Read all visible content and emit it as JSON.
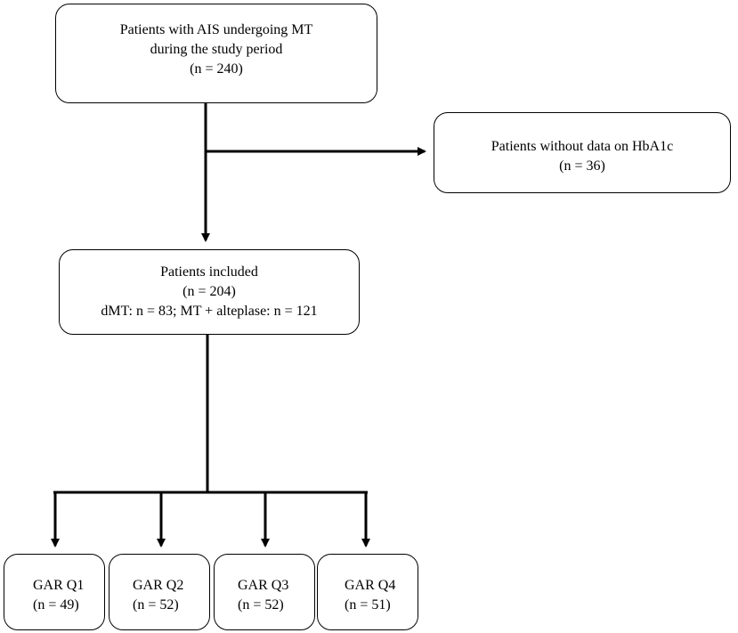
{
  "flowchart": {
    "total": {
      "line1": "Patients with AIS undergoing MT",
      "line2": "during the study period",
      "count": "(n = 240)"
    },
    "excluded": {
      "line1": "Patients without data on HbA1c",
      "count": "(n = 36)"
    },
    "included": {
      "line1": "Patients included",
      "count": "(n = 204)",
      "breakdown": "dMT: n = 83; MT + alteplase: n = 121"
    },
    "groups": [
      {
        "label": "GAR Q1",
        "count": "(n = 49)"
      },
      {
        "label": "GAR Q2",
        "count": "(n = 52)"
      },
      {
        "label": "GAR Q3",
        "count": "(n = 52)"
      },
      {
        "label": "GAR Q4",
        "count": "(n = 51)"
      }
    ]
  },
  "colors": {
    "line": "#000000",
    "background": "#ffffff"
  }
}
